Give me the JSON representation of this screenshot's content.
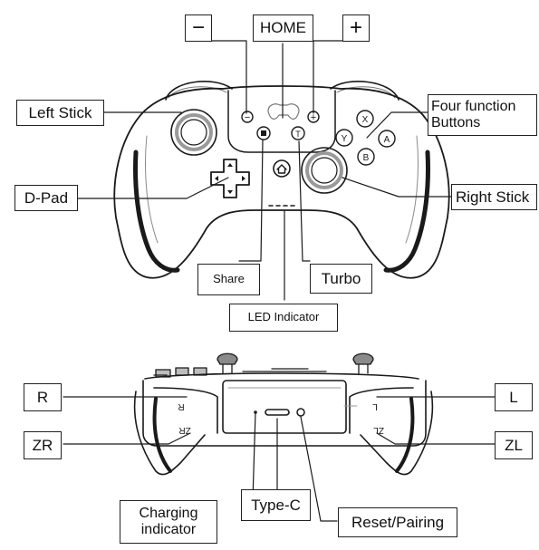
{
  "labels": {
    "minus": "−",
    "home": "HOME",
    "plus": "+",
    "left_stick": "Left Stick",
    "four_function_buttons": "Four function Buttons",
    "dpad": "D-Pad",
    "right_stick": "Right Stick",
    "share": "Share",
    "turbo": "Turbo",
    "led_indicator": "LED Indicator",
    "r": "R",
    "zr": "ZR",
    "l": "L",
    "zl": "ZL",
    "charging_indicator": "Charging indicator",
    "type_c": "Type-C",
    "reset_pairing": "Reset/Pairing"
  },
  "face_buttons": {
    "x": "X",
    "y": "Y",
    "a": "A",
    "b": "B"
  },
  "shoulder_marks": {
    "r": "R",
    "zr": "ZR",
    "l": "L",
    "zl": "ZL"
  },
  "small_buttons": {
    "minus": "−",
    "plus": "+",
    "turbo": "T"
  }
}
